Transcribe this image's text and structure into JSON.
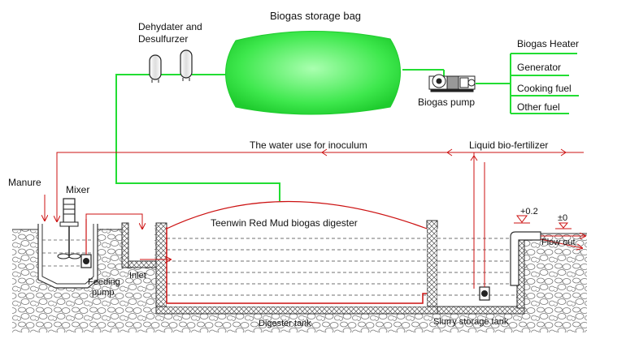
{
  "labels": {
    "biogas_storage_bag": "Biogas storage bag",
    "dehydrater_line1": "Dehydater and",
    "dehydrater_line2": "Desulfurzer",
    "biogas_heater": "Biogas Heater",
    "generator": "Generator",
    "cooking_fuel": "Cooking fuel",
    "other_fuel": "Other fuel",
    "biogas_pump": "Biogas pump",
    "water_inoculum": "The water use for inoculum",
    "liquid_biofertilizer": "Liquid bio-fertilizer",
    "manure": "Manure",
    "mixer": "Mixer",
    "digester_title": "Teenwin Red Mud biogas digester",
    "feeding_pump_line1": "Feeding",
    "feeding_pump_line2": "pump",
    "inlet": "Inlet",
    "digester_tank": "Digester tank",
    "slurry_storage_tank": "Slurry storage tank",
    "level_plus": "+0.2",
    "level_zero": "±0",
    "flow_out": "Flow out"
  },
  "colors": {
    "gas_line": "#22dd33",
    "bag_fill": "#33ee44",
    "water_line": "#cc1111",
    "wall": "#444444",
    "ground": "#888888"
  }
}
